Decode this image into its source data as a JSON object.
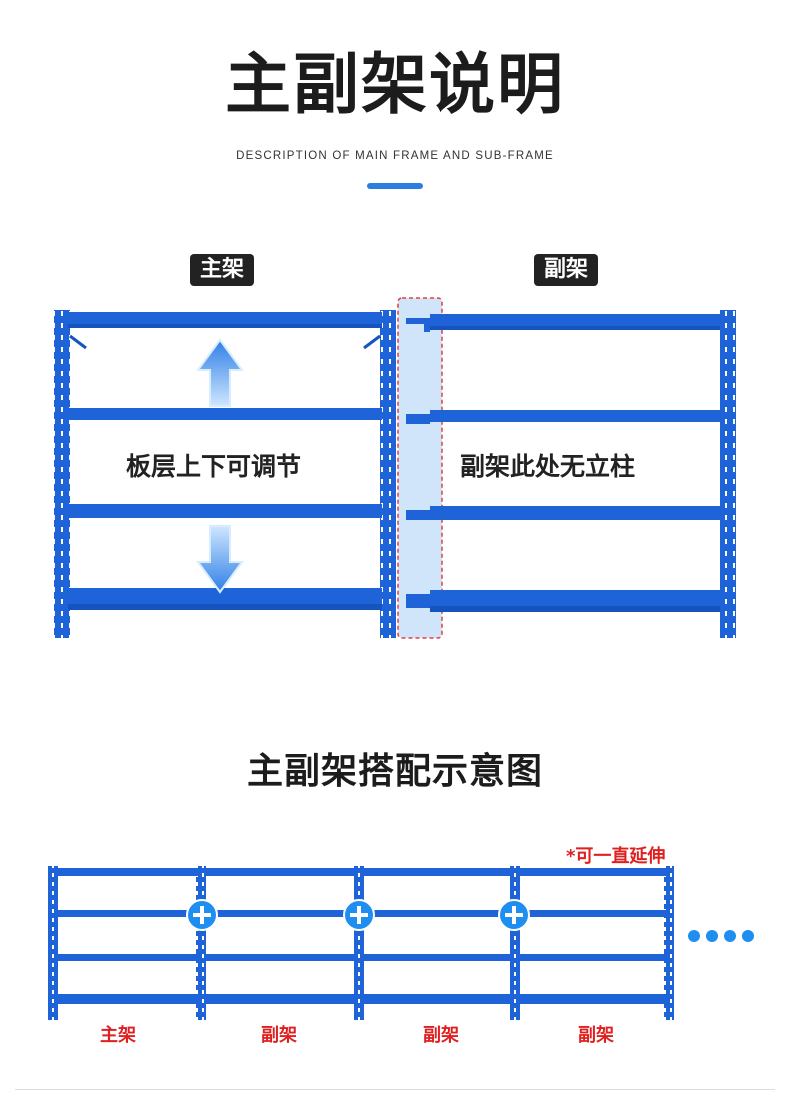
{
  "header": {
    "title": "主副架说明",
    "subtitle": "DESCRIPTION OF MAIN FRAME AND SUB-FRAME"
  },
  "section1": {
    "main_tag": "主架",
    "sub_tag": "副架",
    "adjust_label": "板层上下可调节",
    "no_post_label": "副架此处无立柱"
  },
  "section2": {
    "title": "主副架搭配示意图",
    "extend_note": "*可一直延伸",
    "rack_labels": [
      "主架",
      "副架",
      "副架",
      "副架"
    ]
  },
  "colors": {
    "rack_blue": "#1f63d8",
    "accent_blue": "#2a7fe0",
    "note_red": "#e02020"
  }
}
